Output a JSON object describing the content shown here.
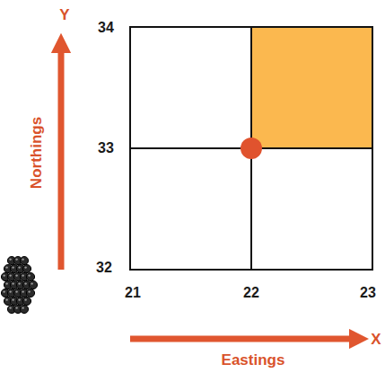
{
  "diagram": {
    "labels": [
      "Y",
      "34",
      "33",
      "32",
      "21",
      "22",
      "23",
      "X",
      "Northings",
      "Eastings"
    ]
  }
}
